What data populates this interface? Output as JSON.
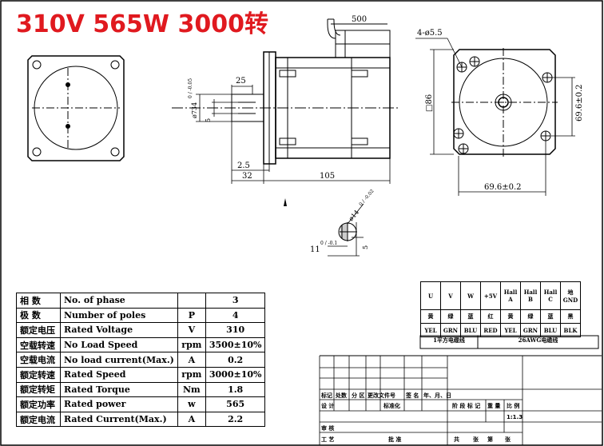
{
  "title": "310V 565W 3000转",
  "dims": {
    "lead_length": "500",
    "holes": "4-ø5.5",
    "shaft_dia": "ø734",
    "shaft_tol": "0 / -0.05",
    "key_len": "25",
    "key_w": "5",
    "flange_t": "2.5",
    "shaft_len": "32",
    "body_len": "105",
    "frame": "□86",
    "pcd_v": "69.6±0.2",
    "pcd_h": "69.6±0.2",
    "key_dia": "ø14",
    "key_dia_tol": "0 / -0.02",
    "key_depth": "11",
    "key_depth_tol": "0 / -0.1",
    "key_width2": "5"
  },
  "spec": {
    "rows": [
      {
        "cn": "相  数",
        "en": "No. of phase",
        "unit": "",
        "value": "3"
      },
      {
        "cn": "极  数",
        "en": "Number of poles",
        "unit": "P",
        "value": "4"
      },
      {
        "cn": "额定电压",
        "en": "Rated Voltage",
        "unit": "V",
        "value": "310"
      },
      {
        "cn": "空载转速",
        "en": "No Load Speed",
        "unit": "rpm",
        "value": "3500±10%"
      },
      {
        "cn": "空载电流",
        "en": "No load current(Max.)",
        "unit": "A",
        "value": "0.2"
      },
      {
        "cn": "额定转速",
        "en": "Rated Speed",
        "unit": "rpm",
        "value": "3000±10%"
      },
      {
        "cn": "额定转矩",
        "en": "Rated Torque",
        "unit": "Nm",
        "value": "1.8"
      },
      {
        "cn": "额定功率",
        "en": "Rated power",
        "unit": "w",
        "value": "565"
      },
      {
        "cn": "额定电流",
        "en": "Rated Current(Max.)",
        "unit": "A",
        "value": "2.2"
      }
    ]
  },
  "wiring": {
    "headers": [
      "U",
      "V",
      "W",
      "+5V",
      "Hall A",
      "Hall B",
      "Hall C",
      "地 GND"
    ],
    "colors_cn": [
      "黄",
      "绿",
      "蓝",
      "红",
      "黄",
      "绿",
      "蓝",
      "黑"
    ],
    "colors_en": [
      "YEL",
      "GRN",
      "BLU",
      "RED",
      "YEL",
      "GRN",
      "BLU",
      "BLK"
    ],
    "footer_left": "1平方电缆线",
    "footer_right": "26AWG电缆线"
  },
  "titleblock": {
    "row1": [
      "标记",
      "处数",
      "分 区",
      "更改文件号",
      "签 名",
      "年、月、日"
    ],
    "row2": [
      "设 计",
      "",
      "",
      "标准化",
      "",
      ""
    ],
    "stage": "阶 段 标 记",
    "weight": "重 量",
    "ratio": "比 例",
    "ratio_val": "1:1.3",
    "review": "审 核",
    "process": "工 艺",
    "approve": "批 准",
    "total": "共",
    "sheets": "张",
    "page": "第",
    "page_end": "张"
  }
}
